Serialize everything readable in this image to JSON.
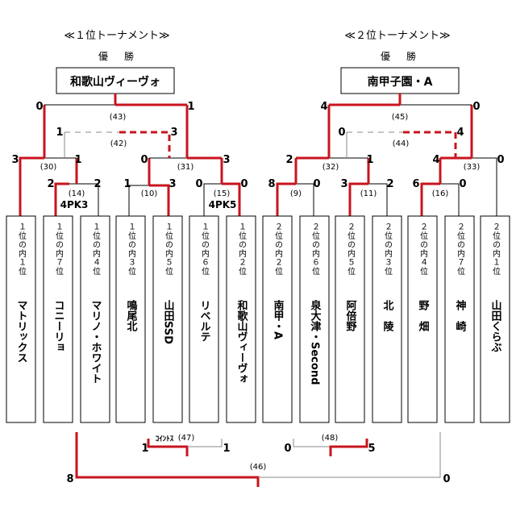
{
  "headers": {
    "left": "≪１位トーナメント≫",
    "right": "≪２位トーナメント≫"
  },
  "champion_label": "優　勝",
  "champions": {
    "left": "和歌山ヴィーヴォ",
    "right": "南甲子園・A"
  },
  "teams": [
    {
      "seed": "１位の内１位",
      "name": "マトリックス"
    },
    {
      "seed": "１位の内７位",
      "name": "コニーリョ"
    },
    {
      "seed": "１位の内４位",
      "name": "マリノ・ホワイト"
    },
    {
      "seed": "１位の内３位",
      "name": "鳴尾北"
    },
    {
      "seed": "１位の内５位",
      "name": "山田SSD"
    },
    {
      "seed": "１位の内６位",
      "name": "リベルテ"
    },
    {
      "seed": "１位の内２位",
      "name": "和歌山ヴィーヴォ"
    },
    {
      "seed": "２位の内２位",
      "name": "南甲・A"
    },
    {
      "seed": "２位の内６位",
      "name": "泉大津・Second"
    },
    {
      "seed": "２位の内５位",
      "name": "阿倍野"
    },
    {
      "seed": "２位の内３位",
      "name": "北　陵"
    },
    {
      "seed": "２位の内４位",
      "name": "野　畑"
    },
    {
      "seed": "２位の内７位",
      "name": "神　崎"
    },
    {
      "seed": "２位の内１位",
      "name": "山田くらぶ"
    }
  ],
  "matches": {
    "m9": "(9)",
    "m10": "(10)",
    "m11": "(11)",
    "m14": "(14)",
    "m15": "(15)",
    "m16": "(16)",
    "m30": "(30)",
    "m31": "(31)",
    "m32": "(32)",
    "m33": "(33)",
    "m42": "(42)",
    "m43": "(43)",
    "m44": "(44)",
    "m45": "(45)",
    "m46": "(46)",
    "m47": "(47)",
    "m48": "(48)"
  },
  "annotations": {
    "pk14": "4PK3",
    "pk15": "4PK5",
    "coin": "ｺｲﾝﾄｽ"
  },
  "scores": {
    "m14": [
      "2",
      "2"
    ],
    "m10": [
      "1",
      "3"
    ],
    "m15": [
      "0",
      "0"
    ],
    "m30": [
      "3",
      "1"
    ],
    "m31": [
      "0",
      "3"
    ],
    "m42": [
      "1",
      "3"
    ],
    "m43": [
      "0",
      "1"
    ],
    "m9": [
      "8",
      "0"
    ],
    "m11": [
      "3",
      "2"
    ],
    "m16": [
      "6",
      "0"
    ],
    "m32": [
      "2",
      "1"
    ],
    "m33": [
      "4",
      "0"
    ],
    "m44": [
      "0",
      "4"
    ],
    "m45": [
      "4",
      "0"
    ],
    "m47": [
      "1",
      "1"
    ],
    "m48": [
      "0",
      "5"
    ],
    "m46": [
      "8",
      "0"
    ]
  }
}
